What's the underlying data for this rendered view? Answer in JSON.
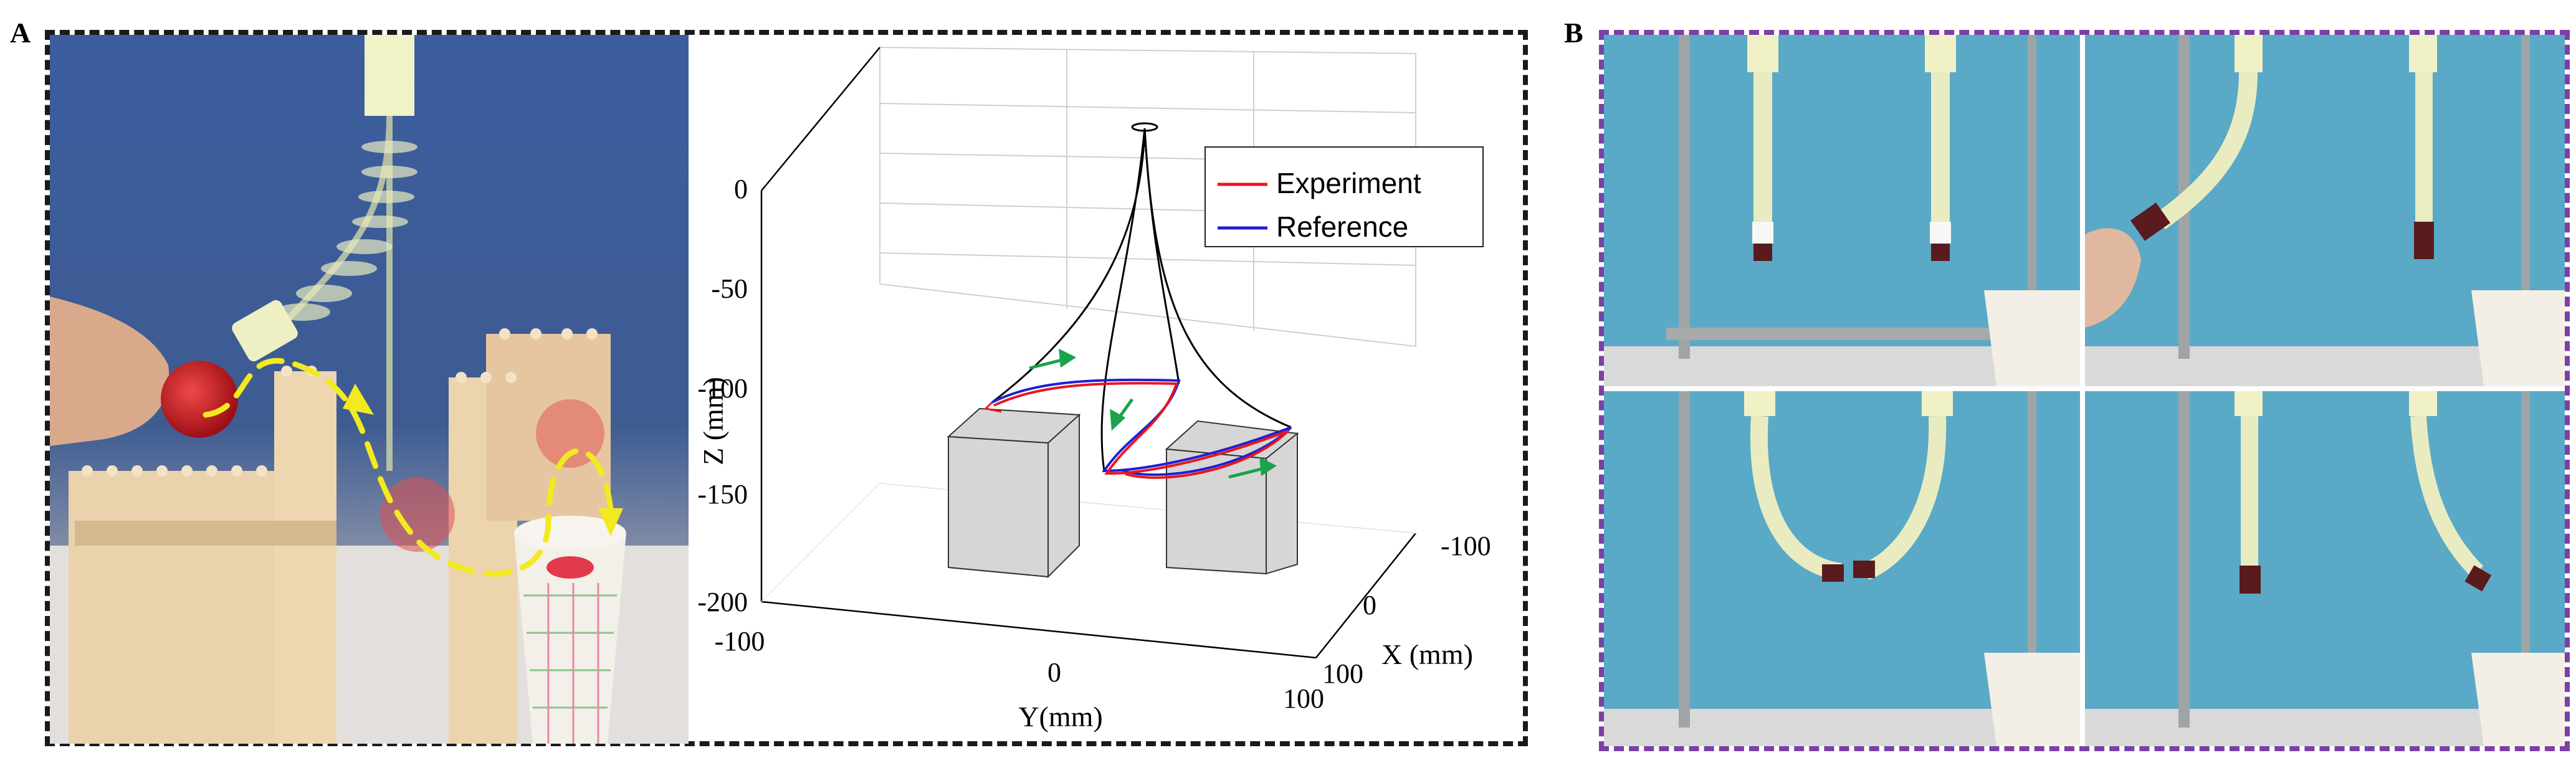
{
  "panels": {
    "a_label": "A",
    "b_label": "B"
  },
  "plot3d": {
    "legend": [
      "Experiment",
      "Reference"
    ],
    "series_colors": {
      "experiment": "#e8161b",
      "reference": "#1f1fd6",
      "structure": "#000000",
      "arrows": "#1aa34a"
    },
    "z_axis": {
      "label": "Z (mm)",
      "ticks": [
        "0",
        "-50",
        "-100",
        "-150",
        "-200"
      ]
    },
    "y_axis": {
      "label": "Y(mm)",
      "ticks": [
        "-100",
        "0",
        "100"
      ]
    },
    "x_axis": {
      "label": "X (mm)",
      "ticks": [
        "-100",
        "0",
        "100"
      ]
    }
  },
  "chart_data": {
    "type": "line",
    "series": [
      {
        "name": "Experiment"
      },
      {
        "name": "Reference"
      }
    ],
    "zlabel": "Z (mm)",
    "ylabel": "Y(mm)",
    "xlabel": "X (mm)",
    "zlim": [
      -200,
      0
    ],
    "ylim": [
      -100,
      100
    ],
    "xlim": [
      -100,
      100
    ]
  },
  "colors": {
    "frame_a": "#1a1a1a",
    "frame_b": "#7b3fa6",
    "backdrop_blue": "#5aa9c6",
    "annotation_yellow": "#f2ea1f"
  },
  "icons": [
    "yellow-dashed-arrow",
    "green-direction-arrow"
  ]
}
